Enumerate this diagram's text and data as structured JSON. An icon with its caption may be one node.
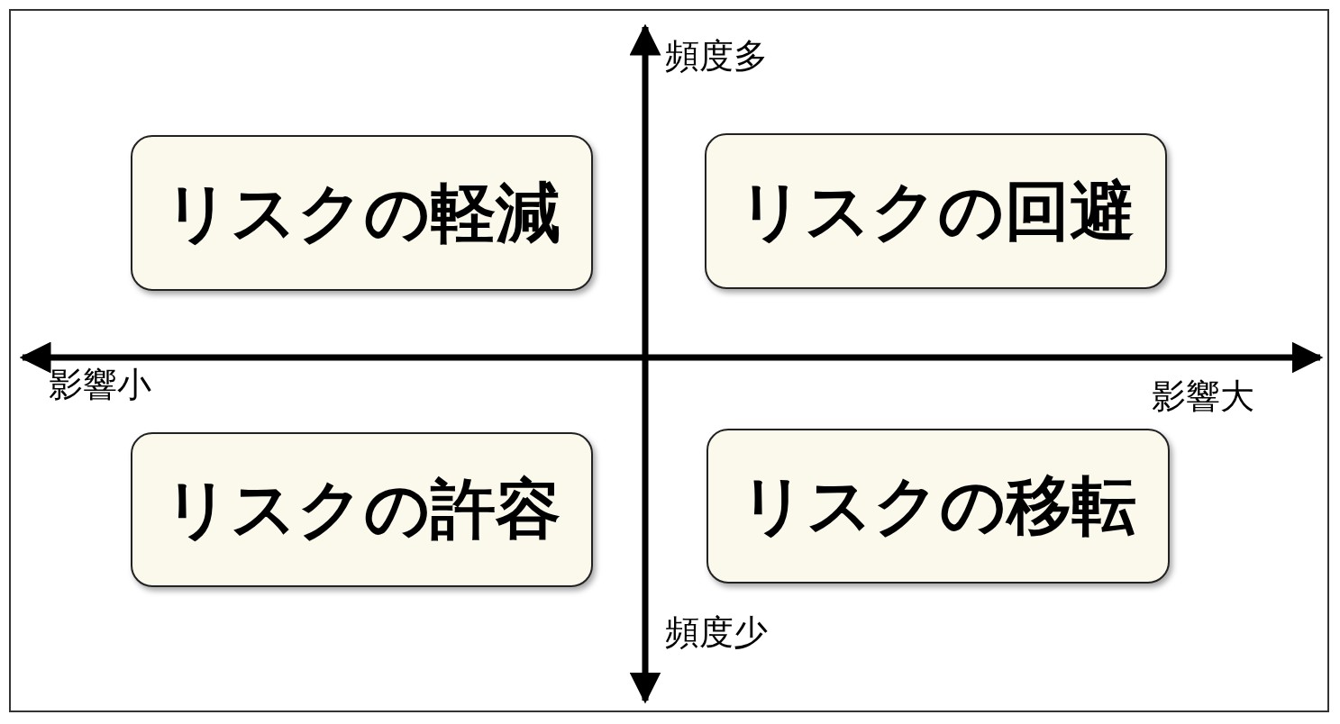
{
  "diagram": {
    "nodes": [
      {
        "text": [
          "リスクの軽減"
        ]
      },
      {
        "text": [
          "リスクの回避"
        ]
      },
      {
        "text": [
          "リスクの許容"
        ]
      },
      {
        "text": [
          "リスクの移転"
        ]
      }
    ],
    "labels": [
      "頻度多",
      "影響小",
      "影響大",
      "頻度少"
    ]
  }
}
